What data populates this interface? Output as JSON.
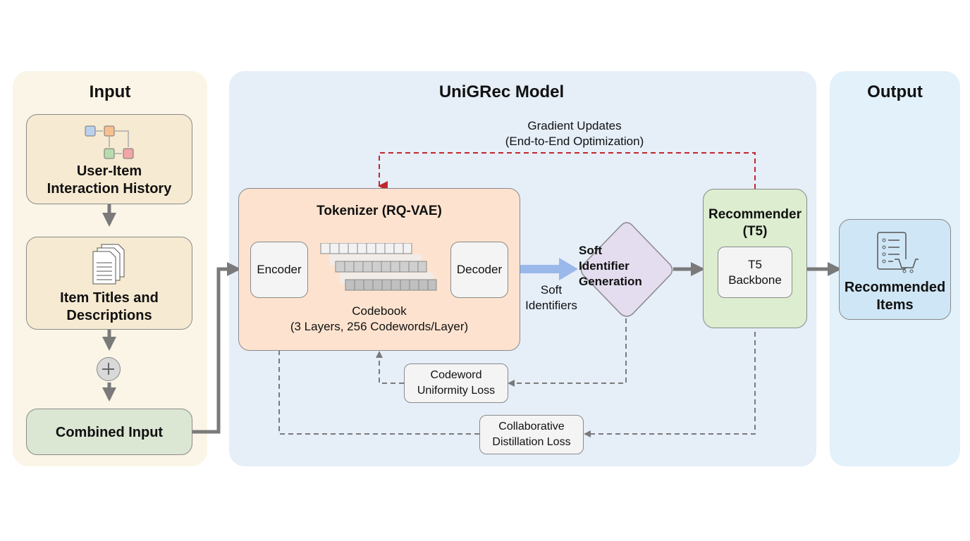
{
  "panels": {
    "input": {
      "title": "Input"
    },
    "model": {
      "title": "UniGRec Model"
    },
    "output": {
      "title": "Output"
    }
  },
  "input": {
    "history": {
      "line1": "User-Item",
      "line2": "Interaction History",
      "icon": "interaction-graph-icon"
    },
    "titles": {
      "line1": "Item Titles and",
      "line2": "Descriptions",
      "icon": "documents-icon"
    },
    "combine_icon": "plus-circle-icon",
    "combined": {
      "label": "Combined Input"
    }
  },
  "tokenizer": {
    "title": "Tokenizer (RQ-VAE)",
    "encoder": "Encoder",
    "decoder": "Decoder",
    "codebook": {
      "line1": "Codebook",
      "line2": "(3 Layers, 256 Codewords/Layer)",
      "layers": 3
    }
  },
  "soft_identifiers": {
    "line1": "Soft",
    "line2": "Identifiers"
  },
  "soft_gen": {
    "line1": "Soft",
    "line2": "Identifier",
    "line3": "Generation"
  },
  "recommender": {
    "line1": "Recommender",
    "line2": "(T5)",
    "backbone": {
      "line1": "T5",
      "line2": "Backbone"
    }
  },
  "gradient": {
    "line1": "Gradient Updates",
    "line2": "(End-to-End Optimization)"
  },
  "losses": {
    "uniformity": {
      "line1": "Codeword",
      "line2": "Uniformity Loss"
    },
    "distillation": {
      "line1": "Collaborative",
      "line2": "Distillation Loss"
    }
  },
  "output": {
    "recommended": {
      "line1": "Recommended",
      "line2": "Items",
      "icon": "list-cart-icon"
    }
  },
  "colors": {
    "gradient_arrow": "#c0282d",
    "soft_arrow": "#9ab8ea",
    "flow_arrow": "#7a7a7a",
    "tokenizer_fill": "#fde3cf",
    "recommender_fill": "#dcedd0",
    "soft_gen_fill": "#e4dcef",
    "combined_fill": "#dbe7d3",
    "input_box_fill": "#f6ead2",
    "output_box_fill": "#cfe6f6"
  }
}
